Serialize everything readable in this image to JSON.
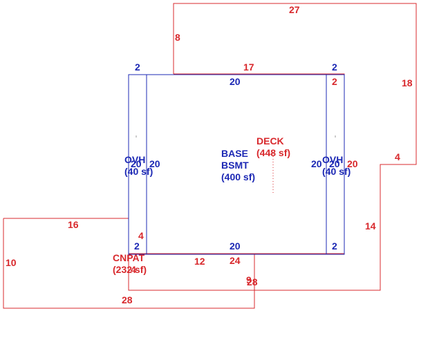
{
  "colors": {
    "deck": "#d8282c",
    "base": "#1c28b4"
  },
  "areas": {
    "deck": {
      "code": "DECK",
      "area": "(448 sf)"
    },
    "base": {
      "code": "BASE",
      "subcode": "BSMT",
      "area": "(400 sf)"
    },
    "ovh_left": {
      "code": "OVH",
      "area": "(40 sf)"
    },
    "ovh_right": {
      "code": "OVH",
      "area": "(40 sf)"
    },
    "cnpat": {
      "code": "CNPAT",
      "area": "(232 sf)"
    }
  },
  "dimensions": {
    "deck_top": "27",
    "deck_left_upper": "8",
    "deck_right_upper": "18",
    "deck_step": "4",
    "deck_right_lower": "14",
    "deck_bottom": "28",
    "deck_inner_top": "17",
    "deck_inner_small": "2",
    "deck_inner_right": "20",
    "deck_inner_bottom": "24",
    "deck_small_bottom": "9",
    "cnpat_top": "16",
    "cnpat_left": "10",
    "cnpat_bottom": "28",
    "cnpat_step": "4",
    "cnpat_inner": "12",
    "cnpat_small": "4",
    "base_top": "20",
    "base_bottom": "20",
    "base_left": "20",
    "base_right": "20",
    "ovh_left_top": "2",
    "ovh_left_bottom": "2",
    "ovh_left_side": "20",
    "ovh_right_top": "2",
    "ovh_right_bottom": "2",
    "ovh_right_side": "20"
  }
}
